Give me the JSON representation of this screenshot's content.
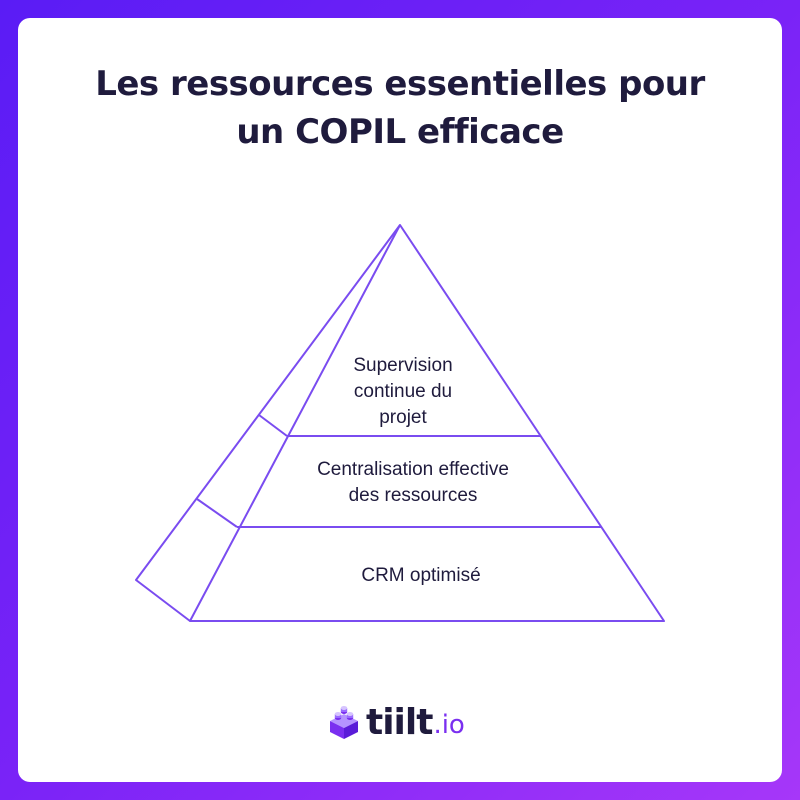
{
  "title": {
    "line1": "Les ressources essentielles pour",
    "line2": "un COPIL efficace"
  },
  "pyramid": {
    "levels": [
      {
        "lines": [
          "Supervision",
          "continue du",
          "projet"
        ]
      },
      {
        "lines": [
          "Centralisation effective",
          "des ressources"
        ]
      },
      {
        "lines": [
          "CRM optimisé"
        ]
      }
    ],
    "stroke_color": "#7a4cf0",
    "text_color": "#1f1b3d"
  },
  "logo": {
    "icon": "lego-brick-icon",
    "word": "tiilt",
    "tld": ".io",
    "accent_color": "#7a2ff0"
  },
  "colors": {
    "background_start": "#5a1cf5",
    "background_end": "#a637f9",
    "card": "#ffffff",
    "title": "#1f1b3d"
  }
}
